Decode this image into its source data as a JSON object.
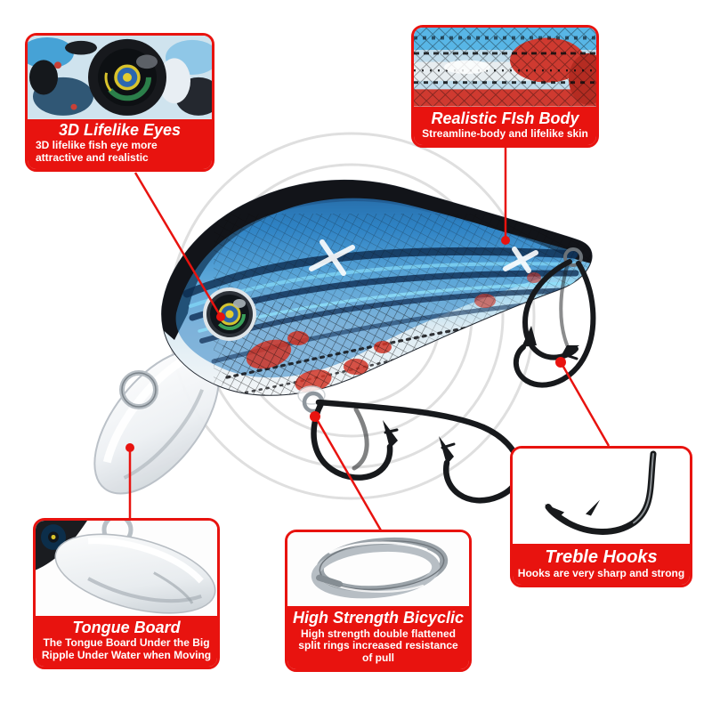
{
  "page": {
    "description": "Fishing crankbait lure feature infographic"
  },
  "colors": {
    "accent_red": "#e8130f",
    "label_text": "#ffffff",
    "watermark_gray": "#d9d9d9",
    "lure_blue": "#3e96d4",
    "lure_black": "#121419"
  },
  "callouts": [
    {
      "id": "lifelike-eyes",
      "title": "3D Lifelike Eyes",
      "description": "3D lifelike fish eye more attractive and realistic"
    },
    {
      "id": "fish-body",
      "title": "Realistic FIsh Body",
      "description": "Streamline-body and lifelike skin"
    },
    {
      "id": "treble-hooks",
      "title": "Treble Hooks",
      "description": "Hooks are very sharp and strong"
    },
    {
      "id": "tongue-board",
      "title": "Tongue Board",
      "description": "The Tongue Board Under the Big Ripple Under Water when Moving"
    },
    {
      "id": "split-rings",
      "title": "High Strength Bicyclic",
      "description": "High strength double flattened split rings increased resistance of pull"
    }
  ]
}
